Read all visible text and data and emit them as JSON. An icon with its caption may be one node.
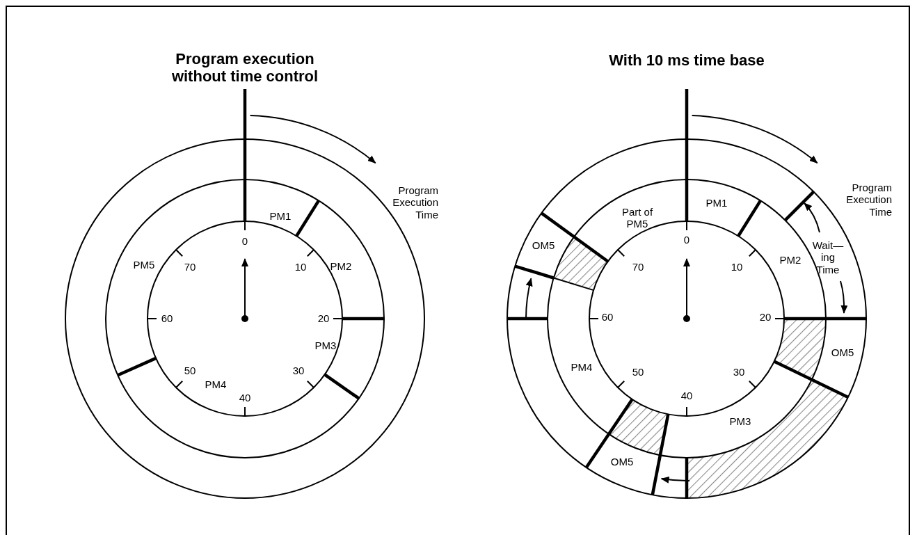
{
  "diagram": {
    "labels": [
      "Program execution without time control",
      "With 10 ms time base",
      "Program Execution Time",
      "PM1",
      "0",
      "PM5",
      "70",
      "10",
      "PM2",
      "60",
      "20",
      "50",
      "30",
      "PM3",
      "40",
      "PM4",
      "Program Execution Time",
      "PM1",
      "Part of PM5",
      "0",
      "Wait— ing Time",
      "OM5",
      "70",
      "10",
      "PM2",
      "60",
      "20",
      "OM5",
      "PM4",
      "50",
      "30",
      "40",
      "PM3",
      "OM5"
    ]
  }
}
